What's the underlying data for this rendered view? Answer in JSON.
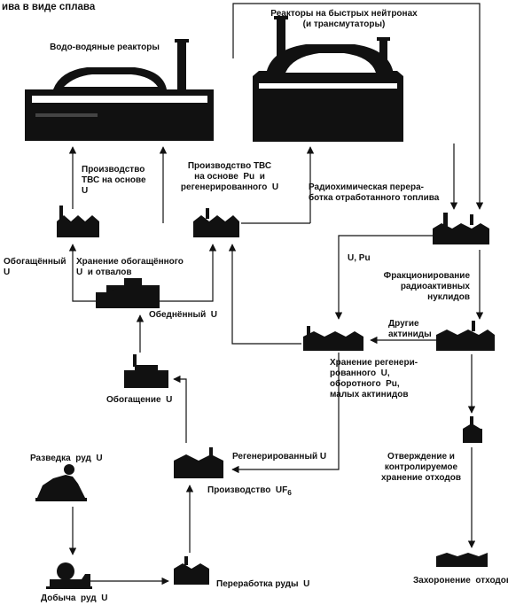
{
  "header_fragment": "ива в виде сплава",
  "plants": {
    "lwr": "Водо-водяные реакторы",
    "fbr": "Реакторы на быстрых нейтронах\n(и трансмутаторы)"
  },
  "processes": {
    "fuel_u": "Производство\nТВС на основе\nU",
    "fuel_pu": "Производство ТВС\nна основе  Pu  и\nрегенерированного  U",
    "reprocessing": "Радиохимическая перера-\nботка отработанного топлива",
    "enriched_storage": "Хранение обогащённого\nU  и отвалов",
    "enriched_u": "Обогащённый\nU",
    "u_pu": "U, Pu",
    "fractionation": "Фракционирование\nрадиоактивных\nнуклидов",
    "depleted_u": "Обеднённый  U",
    "other_actinides": "Другие\nактиниды",
    "regen_storage": "Хранение регенери-\nрованного  U,\nоборотного  Pu,\nмалых актинидов",
    "enrichment": "Обогащение  U",
    "regen_u": "Регенерированный U",
    "solidification": "Отверждение и\nконтролируемое\nхранение отходов",
    "exploration": "Разведка  руд  U",
    "uf6": "Производство  UF",
    "uf6_sub": "6",
    "mining": "Добыча  руд  U",
    "ore_processing": "Переработка руды  U",
    "burial": "Захоронение  отходов"
  },
  "colors": {
    "ink": "#111111",
    "faint": "#b5b5b5",
    "background": "#ffffff"
  }
}
